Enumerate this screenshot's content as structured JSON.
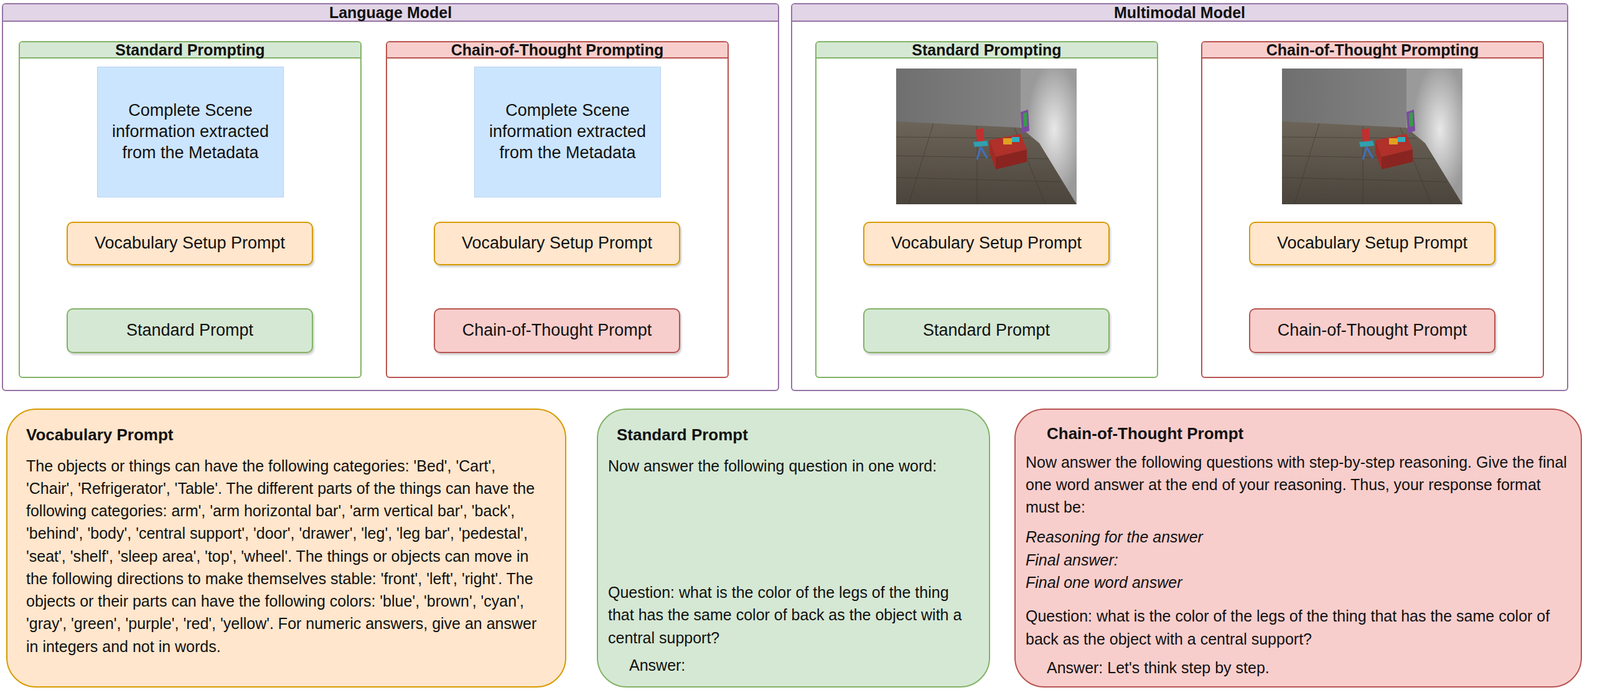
{
  "diagram": {
    "nodes": [
      {
        "text": [
          "Language Model"
        ]
      },
      {
        "text": [
          "Standard Prompting"
        ],
        "in": 0
      },
      {
        "text": [
          "Complete Scene information extracted from the Metadata"
        ],
        "in": 1
      },
      {
        "text": [
          "Vocabulary Setup Prompt"
        ],
        "in": 1
      },
      {
        "text": [
          "Standard Prompt"
        ],
        "in": 1
      },
      {
        "text": [
          "Chain-of-Thought Prompting"
        ],
        "in": 0
      },
      {
        "text": [
          "Complete Scene information extracted from the Metadata"
        ],
        "in": 5
      },
      {
        "text": [
          "Vocabulary Setup Prompt"
        ],
        "in": 5
      },
      {
        "text": [
          "Chain-of-Thought Prompt"
        ],
        "in": 5
      },
      {
        "text": [
          "Multimodal Model"
        ]
      },
      {
        "text": [
          "Standard Prompting"
        ],
        "in": 9
      },
      {
        "text": [
          "Vocabulary Setup Prompt"
        ],
        "in": 10
      },
      {
        "text": [
          "Standard Prompt"
        ],
        "in": 10
      },
      {
        "text": [
          "Chain-of-Thought Prompting"
        ],
        "in": 9
      },
      {
        "text": [
          "Vocabulary Setup Prompt"
        ],
        "in": 13
      },
      {
        "text": [
          "Chain-of-Thought Prompt"
        ],
        "in": 13
      },
      {
        "text": [
          "Vocabulary Prompt",
          "The objects or things can have the following categories: 'Bed', 'Cart', 'Chair', 'Refrigerator', 'Table'. The different parts of the things can have the following categories: arm', 'arm horizontal bar', 'arm vertical bar', 'back', 'behind', 'body', 'central support', 'door', 'drawer', 'leg', 'leg bar', 'pedestal', 'seat', 'shelf', 'sleep area', 'top', 'wheel'. The things or objects can move in the following directions to make themselves stable: 'front', 'left', 'right'. The objects or their parts can have the following colors: 'blue', 'brown', 'cyan', 'gray', 'green', 'purple', 'red', 'yellow'. For numeric answers, give an answer in integers and not in words."
        ]
      },
      {
        "text": [
          "Standard Prompt",
          "Now answer the following question in one word:",
          "Question: what is the color of the legs of the thing that has the same color of back as the object with a central support?",
          "Answer:"
        ]
      },
      {
        "text": [
          "Chain-of-Thought Prompt",
          "Now answer the following questions with step-by-step reasoning. Give the final one word answer at the end of your reasoning. Thus, your response format must be:",
          "Reasoning for the answer",
          "Final answer:",
          "Final one word answer",
          "Question: what is the color of the legs of the thing that has the same color of back as the object with a central support?",
          "Answer: Let's think step by step."
        ]
      }
    ]
  }
}
